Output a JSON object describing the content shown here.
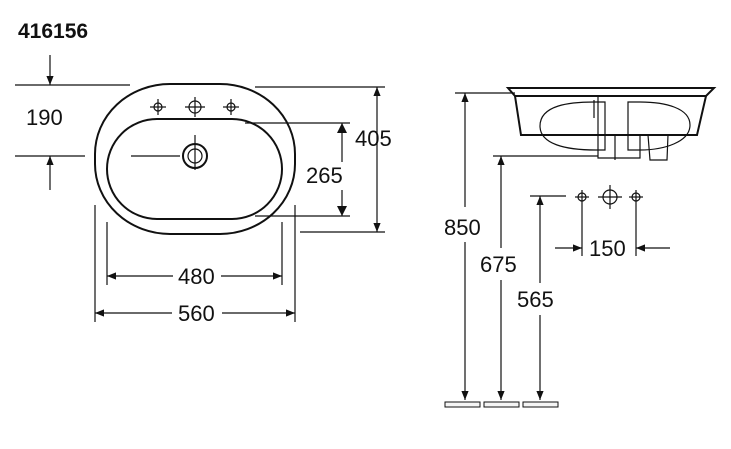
{
  "article_number": "416156",
  "dimensions": {
    "d190": "190",
    "d405": "405",
    "d265": "265",
    "d480": "480",
    "d560": "560",
    "d850": "850",
    "d675": "675",
    "d565": "565",
    "d150": "150"
  }
}
